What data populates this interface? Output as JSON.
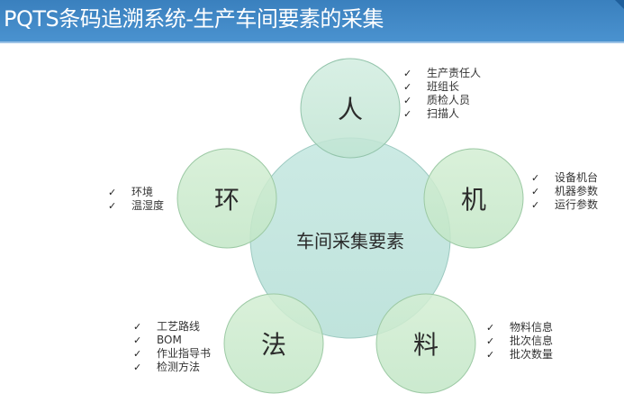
{
  "header": {
    "title": "PQTS条码追溯系统-生产车间要素的采集"
  },
  "diagram": {
    "center": {
      "label": "车间采集要素",
      "color": "#c3e6df"
    },
    "nodes": [
      {
        "id": "people",
        "label": "人",
        "color": "#c6e8d5",
        "items": [
          "生产责任人",
          "班组长",
          "质检人员",
          "扫描人"
        ]
      },
      {
        "id": "machine",
        "label": "机",
        "color": "#c6e8cf",
        "items": [
          "设备机台",
          "机器参数",
          "运行参数"
        ]
      },
      {
        "id": "material",
        "label": "料",
        "color": "#c8e8c9",
        "items": [
          "物料信息",
          "批次信息",
          "批次数量"
        ]
      },
      {
        "id": "method",
        "label": "法",
        "color": "#c8e8c9",
        "items": [
          "工艺路线",
          "BOM",
          "作业指导书",
          "检测方法"
        ]
      },
      {
        "id": "environment",
        "label": "环",
        "color": "#c6e8c8",
        "items": [
          "环境",
          "温湿度"
        ]
      }
    ],
    "check_icon": "✓",
    "overlap_color": "#a8dbc5"
  }
}
